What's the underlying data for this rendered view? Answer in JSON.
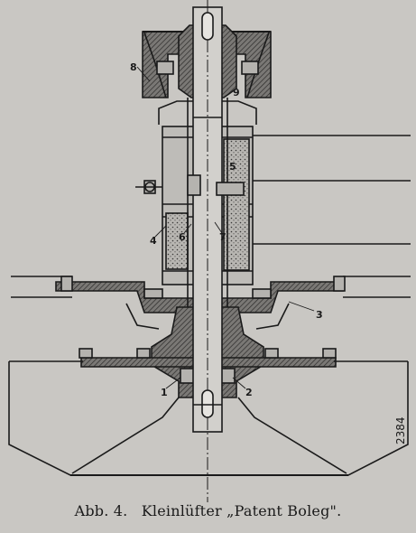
{
  "caption": {
    "number": "Abb. 4.",
    "title": "Kleinlüfter „Patent Boleg\"."
  },
  "plate_number": "2384",
  "part_labels": {
    "l1": "1",
    "l2": "2",
    "l3": "3",
    "l4": "4",
    "l5": "5",
    "l6": "6",
    "l7": "7",
    "l8": "8",
    "l9": "9"
  },
  "colors": {
    "paper": "#c9c7c3",
    "ink": "#1a1a1a",
    "section_fill": "#6e6c69",
    "light_fill": "#b5b3af"
  }
}
